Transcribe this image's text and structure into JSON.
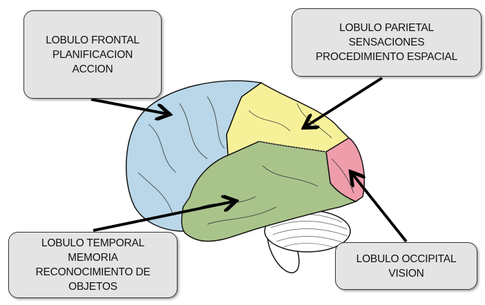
{
  "labels": {
    "frontal": {
      "lines": [
        "LOBULO FRONTAL",
        "PLANIFICACION",
        "ACCION"
      ]
    },
    "parietal": {
      "lines": [
        "LOBULO PARIETAL",
        "SENSACIONES",
        "PROCEDIMIENTO ESPACIAL"
      ]
    },
    "temporal": {
      "lines": [
        "LOBULO TEMPORAL",
        "MEMORIA",
        "RECONOCIMIENTO DE",
        "OBJETOS"
      ]
    },
    "occipital": {
      "lines": [
        "LOBULO OCCIPITAL",
        "VISION"
      ]
    }
  },
  "colors": {
    "frontal": "#b9d7e8",
    "parietal": "#f6f199",
    "temporal": "#a9c48b",
    "occipital": "#ef9dab",
    "box": "#e4e4e4"
  }
}
